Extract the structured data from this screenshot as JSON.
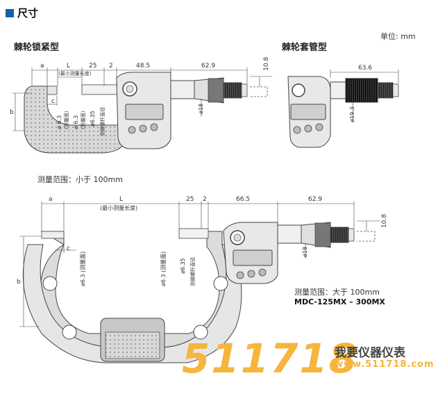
{
  "header": {
    "title": "尺寸"
  },
  "unit_label": "单位: mm",
  "ratchet_lock": {
    "title": "棘轮锁紧型",
    "dims": {
      "a": "a",
      "L": "L",
      "min_len": "(最小测量长度)",
      "d25": "25",
      "d2": "2",
      "d48": "48.5",
      "d629": "62.9",
      "d108": "10.8",
      "c": "c",
      "b": "b",
      "phi63a": "ø 6.3",
      "phi63a_note": "(测量面)",
      "phi63b": "ø 6.3",
      "phi63b_note": "(测量面)",
      "phi635": "ø6.35",
      "spindle": "测微螺杆直径",
      "phi18": "ø18"
    },
    "range_note": "测量范围：小于 100mm"
  },
  "ratchet_sleeve": {
    "title": "棘轮套管型",
    "dims": {
      "d636": "63.6",
      "phi193": "ø19.3"
    }
  },
  "large": {
    "dims": {
      "a": "a",
      "L": "L",
      "min_len": "(最小测量长度)",
      "d25": "25",
      "d2": "2",
      "d665": "66.5",
      "d629": "62.9",
      "d108": "10.8",
      "c": "c",
      "b": "b",
      "phi63a": "ø6.3 (测量面)",
      "phi63b": "ø6.3 (测量面)",
      "phi635": "ø6.35",
      "spindle": "测微螺杆直径",
      "phi18": "ø18"
    },
    "range_note": "测量范围：大于 100mm",
    "model": "MDC-125MX – 300MX"
  },
  "watermark": {
    "digits": "511718",
    "cn": "我要仪器仪表",
    "url": "www.511718.com"
  }
}
